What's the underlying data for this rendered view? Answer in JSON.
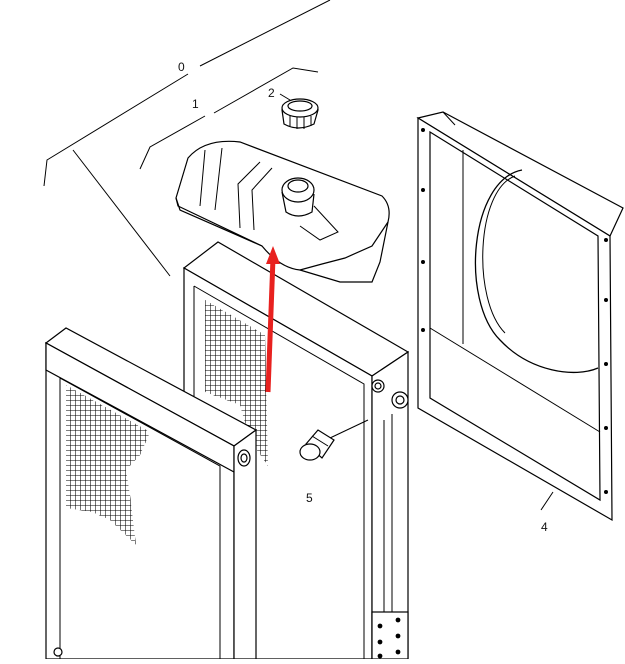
{
  "callouts": {
    "c0": "0",
    "c1": "1",
    "c2": "2",
    "c4": "4",
    "c5": "5"
  },
  "colors": {
    "line": "#000000",
    "mesh": "#000000",
    "arrow": "#e8211f",
    "background": "#ffffff"
  },
  "parts": [
    {
      "ref": "0",
      "icon": "radiator-assembly"
    },
    {
      "ref": "1",
      "icon": "expansion-tank"
    },
    {
      "ref": "2",
      "icon": "filler-cap"
    },
    {
      "ref": "4",
      "icon": "fan-shroud"
    },
    {
      "ref": "5",
      "icon": "drain-plug"
    }
  ]
}
